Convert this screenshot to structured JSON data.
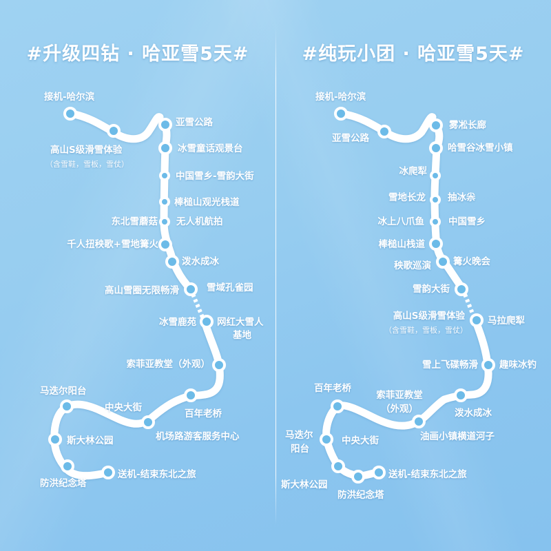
{
  "colors": {
    "background": "#97cdf0",
    "route_line": "#ffffff",
    "station_fill": "#6cbbe8",
    "text": "#ffffff"
  },
  "left_panel": {
    "title": "#升级四钻 · 哈亚雪5天#",
    "stops": [
      {
        "label": "接机-哈尔滨"
      },
      {
        "label": "高山S级滑雪体验",
        "note": "（含雪鞋，雪板，雪仗）"
      },
      {
        "label": "亚雪公路"
      },
      {
        "label": "冰雪童话观景台"
      },
      {
        "label": "中国雪乡-雪韵大街"
      },
      {
        "label": "棒槌山观光栈道"
      },
      {
        "label": "东北雪蘑菇"
      },
      {
        "label": "无人机航拍"
      },
      {
        "label": "千人扭秧歌+雪地篝火"
      },
      {
        "label": "泼水成冰"
      },
      {
        "label": "高山雪圈无限畅滑"
      },
      {
        "label": "雪域孔雀园"
      },
      {
        "label": "冰雪鹿苑"
      },
      {
        "label": "网红大雪人",
        "label2": "基地"
      },
      {
        "label": "索菲亚教堂（外观）"
      },
      {
        "label": "百年老桥"
      },
      {
        "label": "中央大街"
      },
      {
        "label": "机场路游客服务中心"
      },
      {
        "label": "马迭尔阳台"
      },
      {
        "label": "斯大林公园"
      },
      {
        "label": "防洪纪念塔"
      },
      {
        "label": "送机-结束东北之旅"
      }
    ]
  },
  "right_panel": {
    "title": "#纯玩小团 · 哈亚雪5天#",
    "stops": [
      {
        "label": "接机-哈尔滨"
      },
      {
        "label": "亚雪公路"
      },
      {
        "label": "雾凇长廊"
      },
      {
        "label": "哈雪谷冰雪小镇"
      },
      {
        "label": "冰爬犁"
      },
      {
        "label": "雪地长龙"
      },
      {
        "label": "抽冰尜"
      },
      {
        "label": "冰上八爪鱼"
      },
      {
        "label": "中国雪乡"
      },
      {
        "label": "棒槌山栈道"
      },
      {
        "label": "秧歌巡演"
      },
      {
        "label": "篝火晚会"
      },
      {
        "label": "雪韵大街"
      },
      {
        "label": "高山S级滑雪体验",
        "note": "（含雪鞋，雪板，雪仗）"
      },
      {
        "label": "马拉爬犁"
      },
      {
        "label": "雪上飞碟畅滑"
      },
      {
        "label": "趣味冰钓"
      },
      {
        "label": "泼水成冰"
      },
      {
        "label": "索菲亚教堂",
        "label2": "（外观）"
      },
      {
        "label": "油画小镇横道河子"
      },
      {
        "label": "百年老桥"
      },
      {
        "label": "马迭尔",
        "label2": "阳台"
      },
      {
        "label": "中央大街"
      },
      {
        "label": "斯大林公园"
      },
      {
        "label": "防洪纪念塔"
      },
      {
        "label": "送机-结束东北之旅"
      }
    ]
  }
}
